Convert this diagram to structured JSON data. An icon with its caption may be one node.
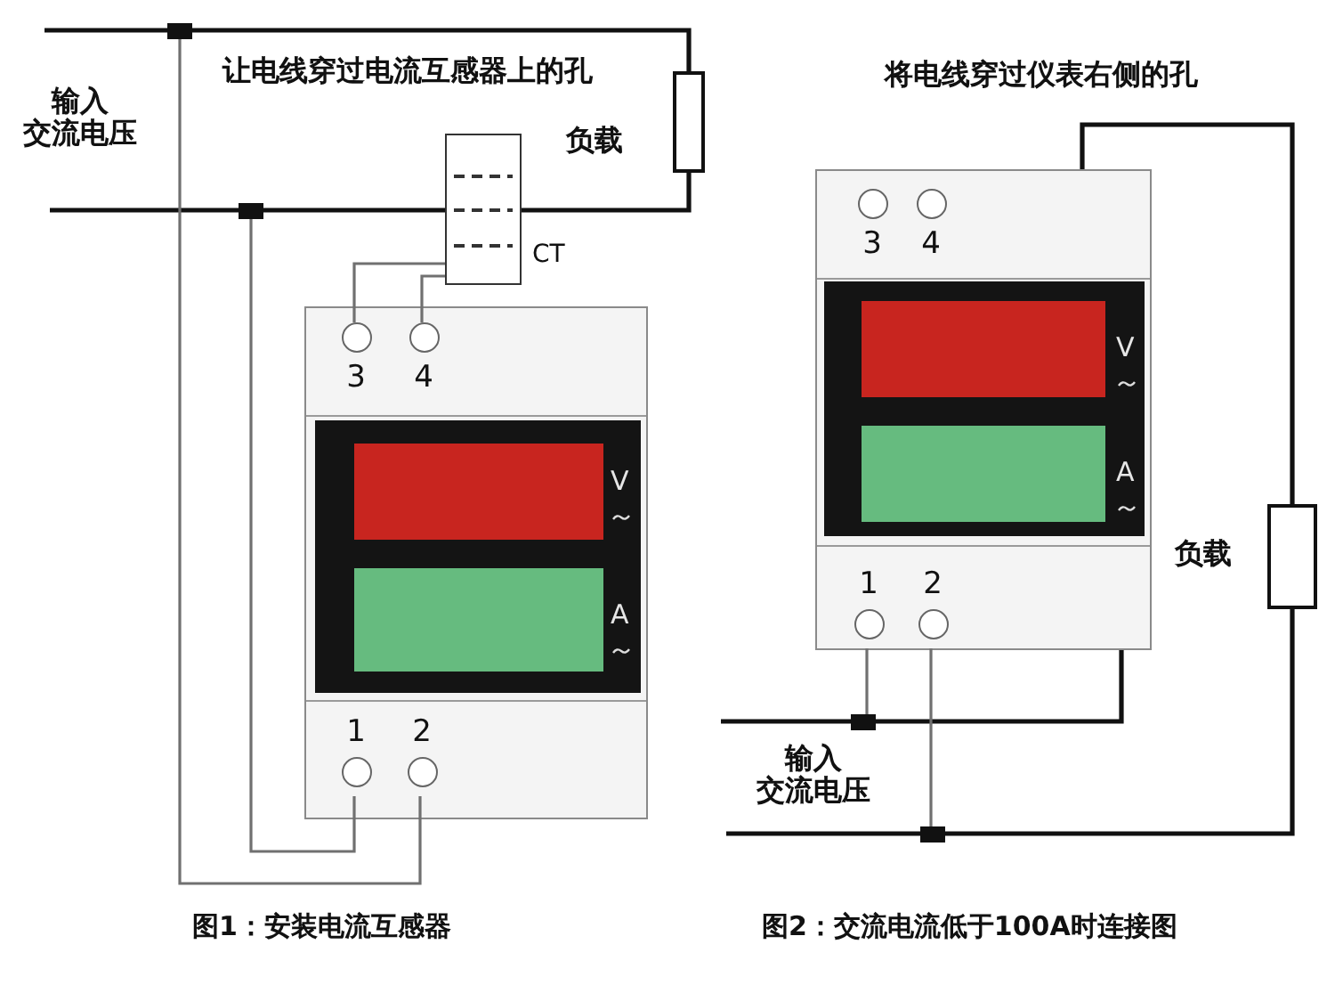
{
  "diagram": {
    "nodes": [
      {
        "text": [],
        "shape": "box"
      },
      {
        "text": [
          "3"
        ],
        "in": 0
      },
      {
        "text": [
          "4"
        ],
        "in": 0
      },
      {
        "text": [
          "1"
        ],
        "in": 0
      },
      {
        "text": [
          "2"
        ],
        "in": 0
      },
      {
        "text": [],
        "shape": "box",
        "beside": [
          "CT"
        ]
      },
      {
        "text": [],
        "shape": "box",
        "beside": [
          "负载"
        ]
      },
      {
        "text": [],
        "shape": "box"
      },
      {
        "text": [],
        "shape": "box"
      },
      {
        "text": [],
        "shape": "box"
      },
      {
        "text": [
          "3"
        ],
        "in": 9
      },
      {
        "text": [
          "4"
        ],
        "in": 9
      },
      {
        "text": [
          "1"
        ],
        "in": 9
      },
      {
        "text": [
          "2"
        ],
        "in": 9
      },
      {
        "text": [],
        "shape": "box",
        "beside": [
          "负载"
        ]
      },
      {
        "text": [],
        "shape": "box"
      },
      {
        "text": [],
        "shape": "box"
      }
    ],
    "edges": [
      {
        "from": null,
        "to": 7,
        "arrow": "none"
      },
      {
        "from": 7,
        "to": 6,
        "arrow": "none"
      },
      {
        "from": null,
        "to": 8,
        "arrow": "none"
      },
      {
        "from": 8,
        "to": 5,
        "arrow": "none"
      },
      {
        "from": 5,
        "to": 6,
        "arrow": "none"
      },
      {
        "from": 7,
        "to": 4,
        "arrow": "none",
        "color": "#707070"
      },
      {
        "from": 8,
        "to": 3,
        "arrow": "none",
        "color": "#707070"
      },
      {
        "from": 5,
        "to": 1,
        "arrow": "none",
        "color": "#707070"
      },
      {
        "from": 5,
        "to": 2,
        "arrow": "none",
        "color": "#707070"
      },
      {
        "from": null,
        "to": 15,
        "arrow": "none"
      },
      {
        "from": 15,
        "to": 9,
        "arrow": "none"
      },
      {
        "from": 9,
        "to": 14,
        "arrow": "none"
      },
      {
        "from": 14,
        "to": 16,
        "arrow": "none"
      },
      {
        "from": 16,
        "to": null,
        "arrow": "none"
      },
      {
        "from": 12,
        "to": 15,
        "arrow": "none",
        "color": "#707070"
      },
      {
        "from": 13,
        "to": 16,
        "arrow": "none",
        "color": "#707070"
      }
    ],
    "labels": [
      "让电线穿过电流互感器上的孔",
      "输入交流电压",
      "V",
      "A",
      "图1：安装电流互感器",
      "将电线穿过仪表右侧的孔",
      "V",
      "A",
      "输入交流电压",
      "图2：交流电流低于100A时连接图"
    ]
  }
}
